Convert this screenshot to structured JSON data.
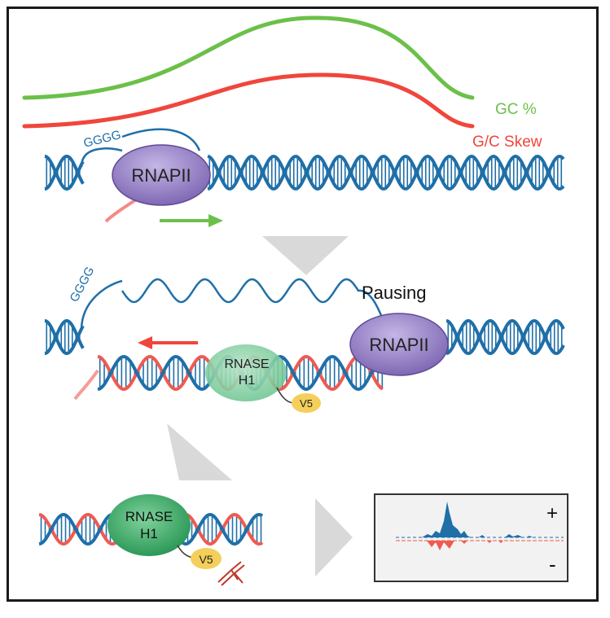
{
  "labels": {
    "gc_percent": "GC %",
    "gc_skew": "G/C Skew",
    "gggg_top": "GGGG",
    "gggg_mid": "GGGG",
    "rnapii_top": "RNAPII",
    "rnapii_mid": "RNAPII",
    "pausing": "Pausing",
    "rnase_mid_line1": "RNASE",
    "rnase_mid_line2": "H1",
    "v5_mid": "V5",
    "rnase_bottom_line1": "RNASE",
    "rnase_bottom_line2": "H1",
    "v5_bottom": "V5",
    "plus": "+",
    "minus": "-"
  },
  "colors": {
    "gc_green": "#6cc04a",
    "skew_red": "#f0463c",
    "dna_blue": "#1f6fa8",
    "rna_red": "#f05a50",
    "rnapii_purple": "#8e78c0",
    "rnase_green": "#3fae6a",
    "v5_yellow": "#f4cf5a",
    "arrow_gray": "#d9d9d9",
    "track_bg": "#f2f2f2"
  }
}
